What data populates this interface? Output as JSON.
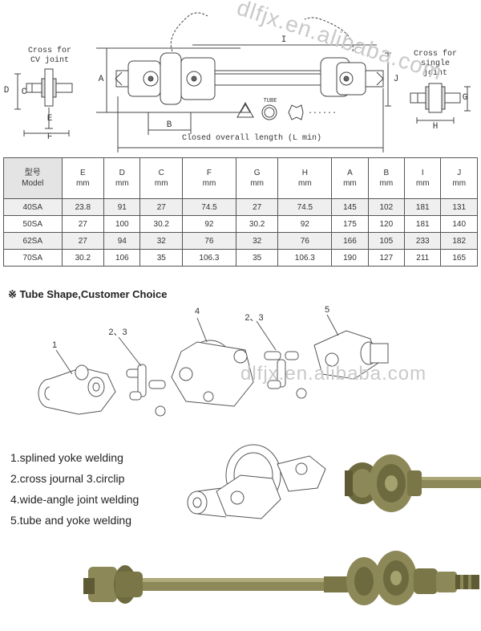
{
  "drawing": {
    "cross_cv_label": "Cross for\nCV joint",
    "cross_single_label": "Cross for\nsingle joint",
    "tube_label": "TUBE",
    "closed_length_label": "Closed overall length (L min)",
    "dim_letters": {
      "D": "D",
      "C": "C",
      "E": "E",
      "F": "F",
      "A": "A",
      "B": "B",
      "I": "I",
      "J": "J",
      "G": "G",
      "H": "H"
    },
    "dots": "......"
  },
  "table": {
    "headers": [
      {
        "line1": "型号",
        "line2": "Model"
      },
      {
        "line1": "E",
        "line2": "mm"
      },
      {
        "line1": "D",
        "line2": "mm"
      },
      {
        "line1": "C",
        "line2": "mm"
      },
      {
        "line1": "F",
        "line2": "mm"
      },
      {
        "line1": "G",
        "line2": "mm"
      },
      {
        "line1": "H",
        "line2": "mm"
      },
      {
        "line1": "A",
        "line2": "mm"
      },
      {
        "line1": "B",
        "line2": "mm"
      },
      {
        "line1": "I",
        "line2": "mm"
      },
      {
        "line1": "J",
        "line2": "mm"
      }
    ],
    "rows": [
      [
        "40SA",
        "23.8",
        "91",
        "27",
        "74.5",
        "27",
        "74.5",
        "145",
        "102",
        "181",
        "131"
      ],
      [
        "50SA",
        "27",
        "100",
        "30.2",
        "92",
        "30.2",
        "92",
        "175",
        "120",
        "181",
        "140"
      ],
      [
        "62SA",
        "27",
        "94",
        "32",
        "76",
        "32",
        "76",
        "166",
        "105",
        "233",
        "182"
      ],
      [
        "70SA",
        "30.2",
        "106",
        "35",
        "106.3",
        "35",
        "106.3",
        "190",
        "127",
        "211",
        "165"
      ]
    ]
  },
  "tube_note": "※ Tube Shape,Customer Choice",
  "exploded": {
    "callouts": [
      "1",
      "2、3",
      "4",
      "2、3",
      "5"
    ]
  },
  "legend": [
    "1.splined yoke welding",
    "2.cross journal  3.circlip",
    "4.wide-angle joint welding",
    "5.tube and yoke welding"
  ],
  "watermarks": [
    "dlfjx.en.alibaba.com",
    "dlfjx.en.alibaba.com"
  ],
  "colors": {
    "shaft_olive": "#8d8857",
    "shaft_dark": "#5e5a34",
    "line": "#444444",
    "row_alt": "#efefef"
  }
}
